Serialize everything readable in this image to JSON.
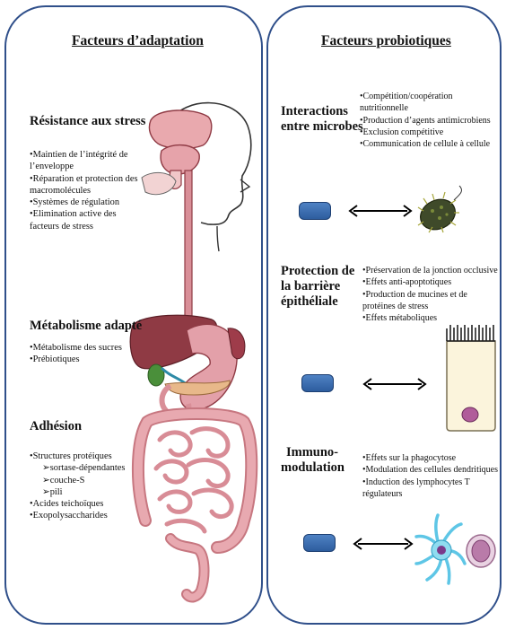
{
  "colors": {
    "border": "#2f4f8a",
    "capsule": "#3a6db0",
    "organ_pink": "#e4a7ad",
    "organ_dark": "#8f3a44",
    "cell_fill": "#fbf4dc",
    "immune_cyan": "#5ec6e6",
    "bacterium": "#3f4a2a"
  },
  "left": {
    "title": "Facteurs d’adaptation",
    "stress": {
      "heading_l1": "Résistance aux stress",
      "items": [
        "•Maintien de l’intégrité de",
        "l’enveloppe",
        "•Réparation et protection des",
        "macromolécules",
        "•Systèmes de régulation",
        "•Elimination active des",
        "facteurs de stress"
      ]
    },
    "metabolism": {
      "heading": "Métabolisme adapté",
      "items": [
        "•Métabolisme des sucres",
        "•Prébiotiques"
      ]
    },
    "adhesion": {
      "heading": "Adhésion",
      "items": [
        "•Structures protéiques"
      ],
      "sub_items": [
        "➢sortase-dépendantes",
        "➢couche-S",
        "➢pili"
      ],
      "items2": [
        "•Acides teichoïques",
        "•Exopolysaccharides"
      ]
    }
  },
  "right": {
    "title": "Facteurs probiotiques",
    "interactions": {
      "heading_l1": "Interactions",
      "heading_l2": "entre microbes",
      "items": [
        "•Compétition/coopération",
        "nutritionnelle",
        "•Production d’agents antimicrobiens",
        "•Exclusion compétitive",
        "•Communication de cellule à cellule"
      ]
    },
    "barrier": {
      "heading_l1": "Protection de",
      "heading_l2": "la barrière",
      "heading_l3": "épithéliale",
      "items": [
        "•Préservation de la jonction occlusive",
        "•Effets anti-apoptotiques",
        "•Production de mucines et de",
        "protéines de stress",
        "•Effets métaboliques"
      ]
    },
    "immuno": {
      "heading_l1": "Immuno-",
      "heading_l2": "modulation",
      "items": [
        "•Effets sur la phagocytose",
        "•Modulation des cellules dendritiques",
        "•Induction des lymphocytes T",
        "régulateurs"
      ]
    }
  },
  "icons": {
    "probiotic": "capsule-icon",
    "arrow": "double-arrow-icon",
    "bacterium": "bacterium-icon",
    "epithelial": "epithelial-cell-icon",
    "immune": "dendritic-cell-icon",
    "body": "human-digestive-tract-icon"
  }
}
